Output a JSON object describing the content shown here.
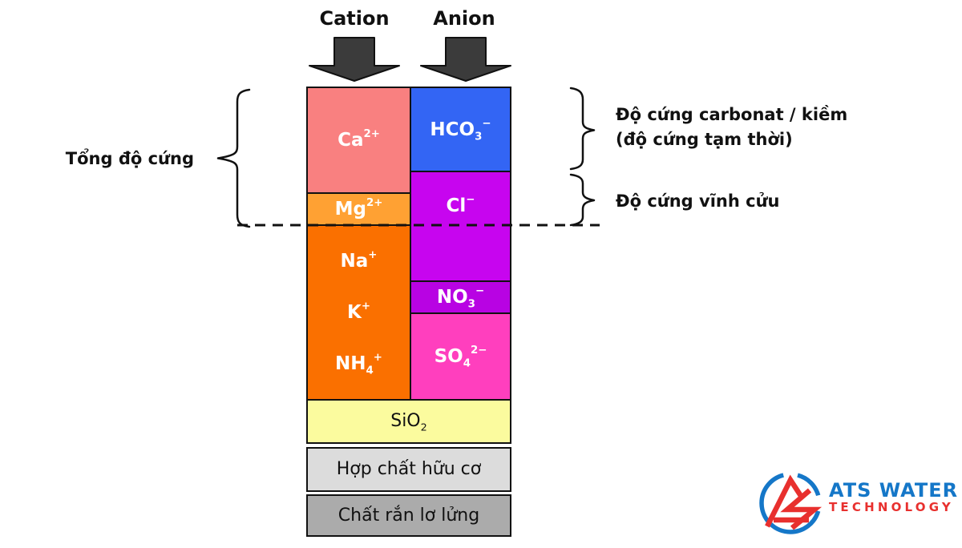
{
  "header": {
    "cation": "Cation",
    "anion": "Anion"
  },
  "blocks": {
    "ca": {
      "label": "Ca",
      "sup": "2+",
      "color": "#F98080"
    },
    "mg": {
      "label": "Mg",
      "sup": "2+",
      "color": "#FFA133"
    },
    "alkali": {
      "color": "#FA7000",
      "ions": [
        {
          "label": "Na",
          "sup": "+"
        },
        {
          "label": "K",
          "sup": "+"
        },
        {
          "label": "NH",
          "sub": "4",
          "sup": "+"
        }
      ]
    },
    "hco3": {
      "label": "HCO",
      "sub": "3",
      "sup": "−",
      "color": "#3365F4"
    },
    "cl": {
      "label": "Cl",
      "sup": "−",
      "color": "#C705EF"
    },
    "no3": {
      "label": "NO",
      "sub": "3",
      "sup": "−",
      "color": "#B803E3"
    },
    "so4": {
      "label": "SO",
      "sub": "4",
      "sup": "2−",
      "color": "#FF3FBE"
    },
    "sio2": {
      "label": "SiO",
      "sub": "2",
      "color": "#FBFB9E"
    },
    "organic": {
      "label": "Hợp chất hữu cơ",
      "color": "#DCDCDC"
    },
    "solids": {
      "label": "Chất rắn lơ lửng",
      "color": "#ABABAB"
    }
  },
  "annotations": {
    "total_hardness": "Tổng độ cứng",
    "carbonate_line1": "Độ cứng carbonat / kiềm",
    "carbonate_line2": "(độ cứng tạm thời)",
    "permanent_hardness": "Độ cứng vĩnh cửu"
  },
  "logo": {
    "line1": "ATS WATER",
    "line2": "TECHNOLOGY",
    "blue": "#1577C8",
    "red": "#E8302E"
  },
  "colors": {
    "arrow": "#3B3B3B",
    "line": "#111111"
  }
}
